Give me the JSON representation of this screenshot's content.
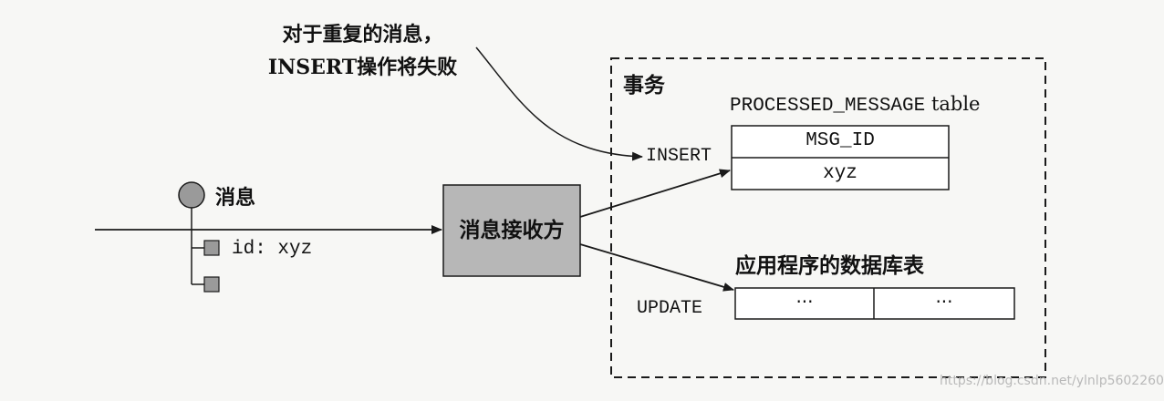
{
  "annotation": {
    "line1": "对于重复的消息，",
    "line2": "INSERT操作将失败"
  },
  "transaction": {
    "title": "事务"
  },
  "processed_message_table": {
    "name": "PROCESSED_MESSAGE",
    "suffix": "table",
    "column_header": "MSG_ID",
    "cell_value": "xyz"
  },
  "operations": {
    "insert": "INSERT",
    "update": "UPDATE"
  },
  "app_table": {
    "title": "应用程序的数据库表",
    "cells": [
      "···",
      "···"
    ]
  },
  "receiver": {
    "label": "消息接收方"
  },
  "message": {
    "label": "消息",
    "id_field": "id: xyz"
  },
  "watermark": "https://blog.csdn.net/ylnlp5602260",
  "colors": {
    "receiver_fill": "#b7b7b7",
    "node_fill": "#9a9a9a",
    "line": "#1a1a1a"
  }
}
